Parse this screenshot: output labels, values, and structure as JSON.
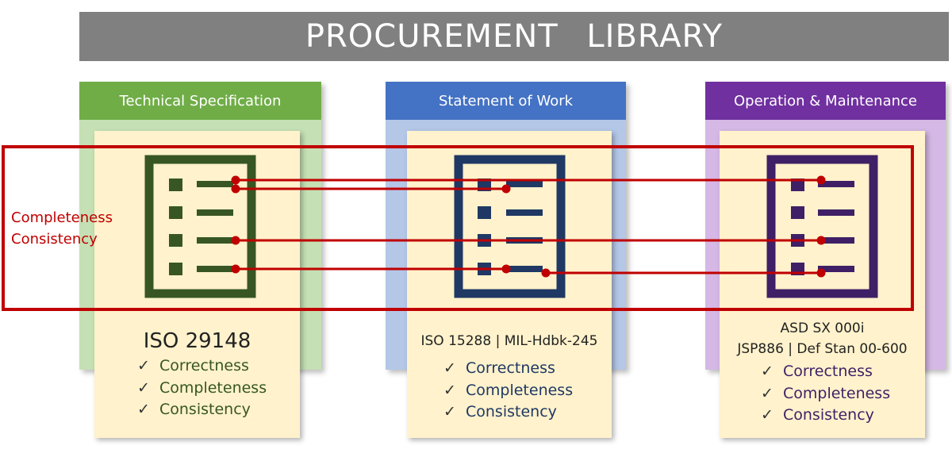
{
  "banner": {
    "title": "PROCUREMENT   LIBRARY"
  },
  "panels": [
    {
      "header": "Technical Specification",
      "title": "ISO 29148",
      "checks": [
        "Correctness",
        "Completeness",
        "Consistency"
      ],
      "colors": {
        "header": "#70ad47",
        "body": "#c5e0b4",
        "doc": "#375623",
        "text": "#375623"
      }
    },
    {
      "header": "Statement of Work",
      "subtitle": "ISO 15288 | MIL-Hdbk-245",
      "checks": [
        "Correctness",
        "Completeness",
        "Consistency"
      ],
      "colors": {
        "header": "#4472c4",
        "body": "#b4c7e7",
        "doc": "#1f3864",
        "text": "#1f3864"
      }
    },
    {
      "header": "Operation & Maintenance",
      "subtitle_lines": [
        "ASD SX 000i",
        "JSP886 | Def Stan 00-600"
      ],
      "checks": [
        "Correctness",
        "Completeness",
        "Consistency"
      ],
      "colors": {
        "header": "#7030a0",
        "body": "#d5b8e5",
        "doc": "#3f1f66",
        "text": "#3f1f66"
      }
    }
  ],
  "check_symbol": "✓",
  "overlay": {
    "labels": [
      "Completeness",
      "Consistency"
    ],
    "color": "#c00000"
  }
}
